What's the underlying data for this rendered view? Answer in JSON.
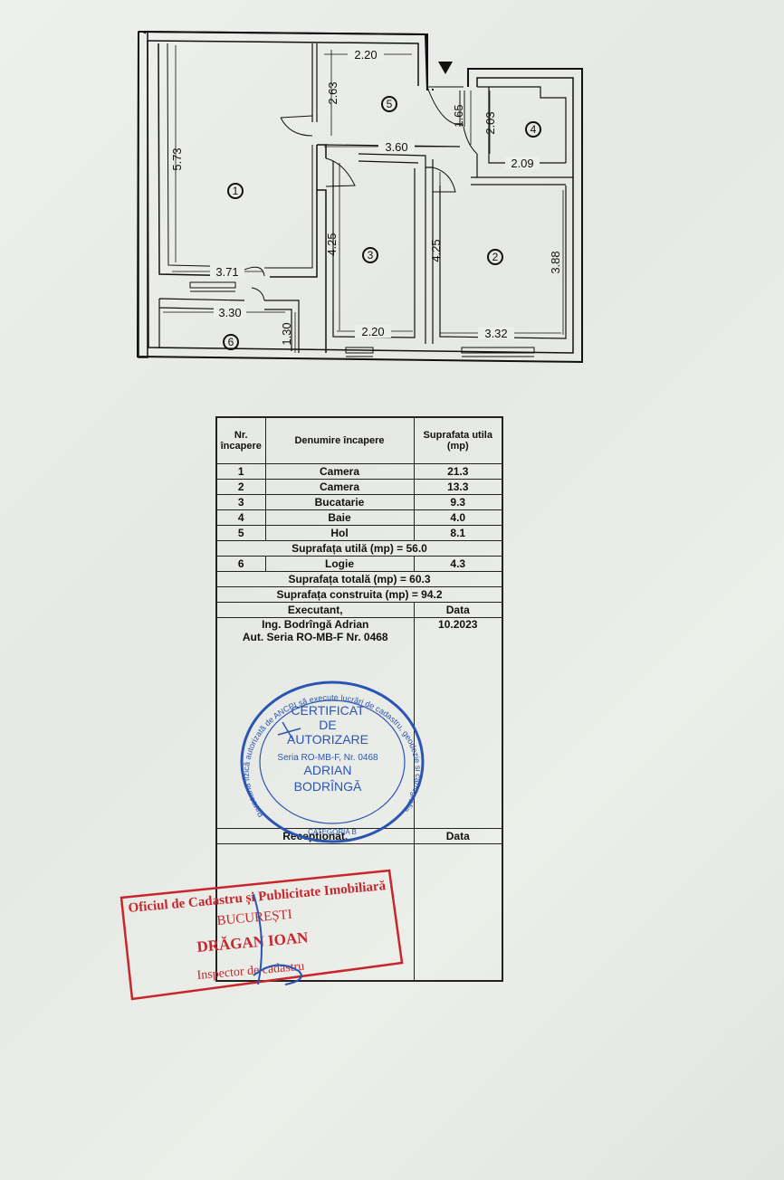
{
  "plan": {
    "dimensions": {
      "d1": "2.20",
      "d2": "2.63",
      "d3": "3.60",
      "d4": "1.65",
      "d5": "2.03",
      "d6": "2.09",
      "d7": "5.73",
      "d8": "4.25",
      "d9": "4.25",
      "d10": "3.88",
      "d11": "3.71",
      "d12": "3.30",
      "d13": "1.30",
      "d14": "2.20",
      "d15": "3.32"
    },
    "rooms": {
      "r1": "1",
      "r2": "2",
      "r3": "3",
      "r4": "4",
      "r5": "5",
      "r6": "6"
    }
  },
  "table": {
    "header": {
      "nr": "Nr. încapere",
      "name": "Denumire încapere",
      "area": "Suprafata utila (mp)"
    },
    "rows": [
      {
        "nr": "1",
        "name": "Camera",
        "area": "21.3"
      },
      {
        "nr": "2",
        "name": "Camera",
        "area": "13.3"
      },
      {
        "nr": "3",
        "name": "Bucatarie",
        "area": "9.3"
      },
      {
        "nr": "4",
        "name": "Baie",
        "area": "4.0"
      },
      {
        "nr": "5",
        "name": "Hol",
        "area": "8.1"
      }
    ],
    "useful_total": "Suprafața utilă (mp) = 56.0",
    "logie": {
      "nr": "6",
      "name": "Logie",
      "area": "4.3"
    },
    "total": "Suprafața totală (mp) = 60.3",
    "built": "Suprafața construita (mp) = 94.2",
    "executant_label": "Executant,",
    "data_label": "Data",
    "executant_name": "Ing. Bodrîngă  Adrian",
    "executant_auth": "Aut. Seria RO-MB-F Nr. 0468",
    "date": "10.2023",
    "receptionat_label": "Recepționat,",
    "data_label2": "Data"
  },
  "stamp_blue": {
    "arc_text": "Persoană fizică autorizată de ANCPI să execute lucrări de cadastru, geodezie și cartografie",
    "l1": "CERTIFICAT",
    "l2": "DE",
    "l3": "AUTORIZARE",
    "l4": "Seria RO-MB-F, Nr. 0468",
    "l5": "ADRIAN",
    "l6": "BODRÎNGĂ",
    "cat": "CATEGORIA B"
  },
  "stamp_red": {
    "l1": "Oficiul de Cadastru și Publicitate Imobiliară",
    "l2": "BUCUREȘTI",
    "l3": "DRĂGAN IOAN",
    "l4": "Inspector de cadastru"
  },
  "colors": {
    "ink": "#111111",
    "blue": "#2b55b3",
    "red": "#c8262c",
    "paper": "#eceee9"
  }
}
